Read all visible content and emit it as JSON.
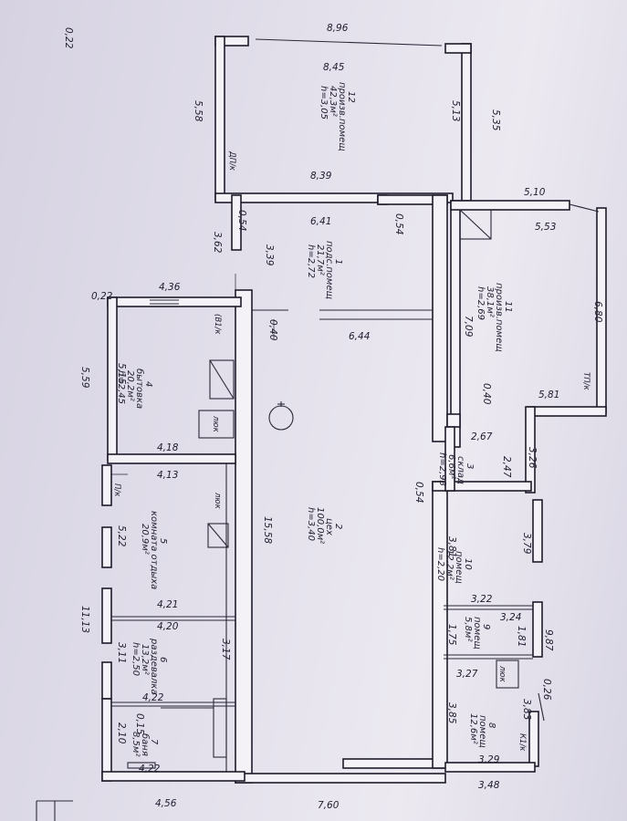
{
  "rooms": [
    {
      "id": "1",
      "name": "подс.помещ",
      "area": "21,7м²",
      "height": "h=2,72"
    },
    {
      "id": "2",
      "name": "цех",
      "area": "100,0м²",
      "height": "h=3,40"
    },
    {
      "id": "3",
      "name": "склад",
      "area": "6,6м²",
      "height": "h=2,93"
    },
    {
      "id": "4",
      "name": "бытовка",
      "area": "20,2м²",
      "height": "h=2,45"
    },
    {
      "id": "5",
      "name": "комната отдыха",
      "area": "20,9м²",
      "height": ""
    },
    {
      "id": "6",
      "name": "раздевалка",
      "area": "13,2м²",
      "height": "h=2,50"
    },
    {
      "id": "7",
      "name": "баня",
      "area": "8,5м²",
      "height": ""
    },
    {
      "id": "8",
      "name": "помещ",
      "area": "12,6м²",
      "height": ""
    },
    {
      "id": "9",
      "name": "помещ",
      "area": "5,8м²",
      "height": ""
    },
    {
      "id": "10",
      "name": "помещ",
      "area": "12,2м²",
      "height": "h=2,20"
    },
    {
      "id": "11",
      "name": "произв.помещ",
      "area": "38,1м²",
      "height": "h=2,69"
    },
    {
      "id": "12",
      "name": "произв.помещ",
      "area": "42,3м²",
      "height": "h=3,05"
    }
  ],
  "dimensions": {
    "d896": "8,96",
    "d845": "8,45",
    "d022a": "0,22",
    "d535": "5,35",
    "d513": "5,13",
    "d558": "5,58",
    "d839": "8,39",
    "d641": "6,41",
    "d054a": "0,54",
    "d054b": "0,54",
    "d362": "3,62",
    "d339": "3,39",
    "d510": "5,10",
    "d553": "5,53",
    "d680": "6,80",
    "d581": "5,81",
    "d709": "7,09",
    "d040a": "0,40",
    "d040b": "0,40",
    "d644": "6,44",
    "d436": "4,36",
    "d022b": "0,22",
    "d559": "5,59",
    "d515": "5,15",
    "d418": "4,18",
    "d413": "4,13",
    "d267": "2,67",
    "d247": "2,47",
    "d326": "3,26",
    "d054c": "0,54",
    "d1558": "15,58",
    "d522": "5,22",
    "d1113": "11,13",
    "d421": "4,21",
    "d420": "4,20",
    "d317": "3,17",
    "d311": "3,11",
    "d422a": "4,22",
    "d422b": "4,22",
    "d015": "0,15",
    "d210": "2,10",
    "d456": "4,56",
    "d760": "7,60",
    "d379": "3,79",
    "d381": "3,81",
    "d322": "3,22",
    "d324": "3,24",
    "d181": "1,81",
    "d175": "1,75",
    "d987": "9,87",
    "d327": "3,27",
    "d026": "0,26",
    "d385": "3,85",
    "d383": "3,83",
    "d329": "3,29",
    "d348": "3,48"
  },
  "marks": {
    "dk": "ДП/к",
    "tk": "ТП/к",
    "vk": "(В1/к",
    "pk": "П/к",
    "kk": "К1/к",
    "hatch1": "люк",
    "hatch2": "люк",
    "hatch3": "люк"
  }
}
